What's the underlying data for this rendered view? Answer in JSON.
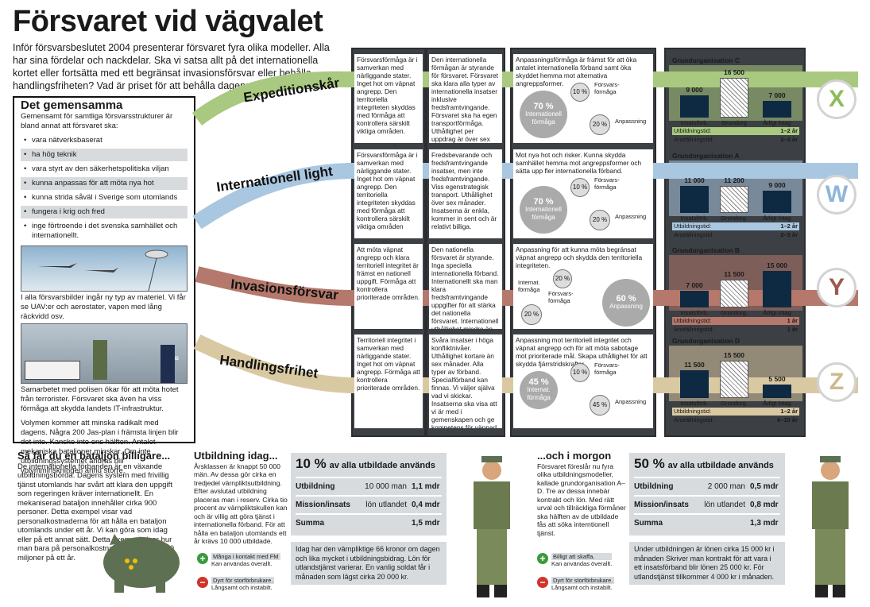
{
  "title": "Försvaret vid vägvalet",
  "intro": "Inför försvarsbeslutet 2004 presenterar försvaret fyra olika modeller. Alla har sina fördelar och nackdelar. Ska vi satsa allt på det internationella kortet eller fortsätta med ett begränsat invasionsförsvar eller behålla handlingsfriheten? Vad är priset för att behålla dagens värnpliktssystem?",
  "common": {
    "title": "Det gemensamma",
    "text": "Gemensamt för samtliga försvarsstrukturer är bland annat att försvaret ska:",
    "items": [
      "vara nätverksbaserat",
      "ha hög teknik",
      "vara styrt av den säkerhetspolitiska viljan",
      "kunna anpassas för att möta nya hot",
      "kunna strida såväl i Sverige som utomlands",
      "fungera i krig och fred",
      "inge förtroende i det svenska samhället och internationellt."
    ],
    "caption1": "I alla försvarsbilder ingår ny typ av materiel. Vi får se UAV:er och aerostater, vapen med lång räckvidd osv.",
    "caption2": "Samarbetet med polisen ökar för att möta hotet från terrorister. Försvaret ska även ha viss förmåga att skydda landets IT-infrastruktur.",
    "caption3": "Volymen kommer att minska radikalt med dagens. Några 200 Jas-plan i främsta linjen blir det inte. Kanske inte ens hälften. Antalet mekaniska bataljoner minskar. Om inte utbildningssystemet ändras blir volymminskningen ännu större.",
    "police_text": "POLIS"
  },
  "rows": [
    {
      "name": "Expeditionskår",
      "letter": "X",
      "color": "#a8c97f",
      "lettercolor": "#8dbb5a",
      "c1": "Försvarsförmåga är i samverkan med närliggande stater. Inget hot om väpnat angrepp. Den territoriella integriteten skyddas med förmåga att kontrollera särskilt viktiga områden.",
      "c2": "Den internationella förmågan är styrande för försvaret. Försvaret ska klara alla typer av internationella insatser inklusive fredsframtvingande. Försvaret ska ha egen transportförmåga. Uthållighet per uppdrag är över sex mån.",
      "c3": "Anpassningsförmåga är främst för att öka antalet internationella förband samt öka skyddet hemma mot alternativa angreppsformer.",
      "big": "70 %",
      "bigsub": "Internationell förmåga",
      "s1": "10 %",
      "s1sub": "Försvars-förmåga",
      "s2": "20 %",
      "s2sub": "Anpassning",
      "org": "Grundorganisation C",
      "vals": [
        "9 000",
        "16 500",
        "7 000"
      ],
      "labs": [
        "Insatsförb.",
        "Grundorg",
        "Årligt intag"
      ],
      "utb": "1–2 år",
      "anst": "2–3 år"
    },
    {
      "name": "Internationell light",
      "letter": "W",
      "color": "#a9c7e0",
      "lettercolor": "#8fb6d8",
      "c1": "Försvarsförmåga är i samverkan med närliggande stater. Inget hot om väpnat angrepp. Den territoriella integriteten skyddas med förmåga att kontrollera särskilt viktiga områden",
      "c2": "Fredsbevarande och fredsframtvingande insatser, men inte fredsframtvingande. Viss egenstrategisk transport. Uthållighet över sex månader. Insatserna är enkla, kommer in sent och är relativt billiga.",
      "c3": "Mot nya hot och risker. Kunna skydda samhället hemma mot angreppsformer och sätta upp fler internationella förband.",
      "big": "70 %",
      "bigsub": "Internationell förmåga",
      "s1": "10 %",
      "s1sub": "Försvars-förmåga",
      "s2": "20 %",
      "s2sub": "Anpassning",
      "org": "Grundorganisation A",
      "vals": [
        "11 000",
        "11 200",
        "9 000"
      ],
      "labs": [
        "Insatsförb.",
        "Grundorg.",
        "Årligt intag"
      ],
      "utb": "1–2 år",
      "anst": "2–3 år"
    },
    {
      "name": "Invasionsförsvar",
      "letter": "Y",
      "color": "#b5786c",
      "lettercolor": "#9c5a4e",
      "c1": "Att möta väpnat angrepp och klara territoriell integritet är främst en nationell uppgift. Förmåga att kontrollera prioriterade områden.",
      "c2": "Den nationella försvaret är styrande. Inga speciella internationella förband. Internationellt ska man klara fredsframtvingande uppgifter för att stärka det nationella försvaret. Internationell uthållighet mindre än sex månader.",
      "c3": "Anpassning för att kunna möta begränsat väpnat angrepp och skydda den territoriella integriteten.",
      "big": "60 %",
      "bigsub": "Anpassning",
      "s1": "20 %",
      "s1sub": "Försvars-förmåga",
      "s2": "20 %",
      "s2sub": "Internat. förmåga",
      "org": "Grundorganisation B",
      "vals": [
        "7 000",
        "11 500",
        "15 000"
      ],
      "labs": [
        "Insatsförb.",
        "Grundorg.",
        "Årligt intag"
      ],
      "utb": "1 år",
      "anst": "1 år"
    },
    {
      "name": "Handlingsfrihet",
      "letter": "Z",
      "color": "#d9c9a3",
      "lettercolor": "#cdb98f",
      "c1": "Territoriell integritet i samverkan med närliggande stater. Inget hot om väpnat angrepp. Förmåga att kontrollera prioriterade områden.",
      "c2": "Svåra insatser i höga konfliktnivåer. Uthållighet kortare än sex månader. Alla typer av förband. Specialförband kan finnas. Vi väljer själva vad vi skickar. Insatserna ska visa att vi är med i gemenskapen och ge kompetens för väpnad strid.",
      "c3": "Anpassning mot territoriell integritet och väpnat angrepp och för att möta sabotage mot prioriterade mål. Skapa uthållighet för att skydda fjärrstridskrafter.",
      "big": "45 %",
      "bigsub": "Internat. förmåga",
      "s1": "10 %",
      "s1sub": "Försvars-förmåga",
      "s2": "45 %",
      "s2sub": "Anpassning",
      "org": "Grundorganisation D",
      "vals": [
        "11 500",
        "15 500",
        "5 500"
      ],
      "labs": [
        "Insatsförb.",
        "Grundorg.",
        "Årligt intag"
      ],
      "utb": "1–2 år",
      "anst": "6–10 år"
    }
  ],
  "labels": {
    "utb": "Utbildningstid:",
    "anst": "Anställningstid:"
  },
  "bataljon": {
    "title": "Så får du en bataljon billigare...",
    "text": "De internationella förbanden är en växande utbildningsbörda. Dagens system med frivillig tjänst utomlands har svårt att klara den uppgift som regeringen kräver internationellt. En mekaniserad bataljon innehåller cirka 900 personer. Detta exempel visar vad personalkostnaderna för att hålla en bataljon utomlands under ett år. Vi kan göra som idag eller på ett annat sätt. Detta exempel visar hur man bara på personalkostnader kan spara 200 miljoner på ett år."
  },
  "idag": {
    "title": "Utbildning idag...",
    "text": "Årsklassen är knappt 50 000 män. Av dessa gör cirka en tredjedel värnpliktsutbildning. Efter avslutad utbildning placeras man i reserv. Cirka tio procent av värnpliktskullen kan och är villig att göra tjänst i internationella förband. För att hålla en bataljon utomlands ett år krävs 10 000 utbildade.",
    "head_pct": "10 %",
    "head_txt": "av alla utbildade används",
    "rows": [
      [
        "Utbildning",
        "10 000 man",
        "1,1 mdr"
      ],
      [
        "Mission/insats",
        "lön utlandet",
        "0,4 mdr"
      ],
      [
        "Summa",
        "",
        "1,5 mdr"
      ]
    ],
    "note": "Idag har den värnpliktige 66 kronor om dagen och lika mycket i utbildningsbidrag. Lön för utlandstjänst varierar. En vanlig soldat får i månaden som lägst cirka 20 000 kr.",
    "plus": "Många i kontakt med FM",
    "plus2": "Kan användas överallt.",
    "minus": "Dyrt för storförbrukare.",
    "minus2": "Långsamt och instabilt."
  },
  "morgon": {
    "title": "...och i morgon",
    "text": "Försvaret föreslår nu fyra olika utbildningsmodeller, kallade grundorganisation A–D. Tre av dessa innebär kontrakt och lön. Med rätt urval och tillräckliga förmåner ska hälften av de utbildade fås att söka interntionell tjänst.",
    "head_pct": "50 %",
    "head_txt": "av alla utbildade används",
    "rows": [
      [
        "Utbildning",
        "2 000 man",
        "0,5 mdr"
      ],
      [
        "Mission/insats",
        "lön utlandet",
        "0,8 mdr"
      ],
      [
        "Summa",
        "",
        "1,3 mdr"
      ]
    ],
    "note": "Under utbildningen är lönen cirka 15 000 kr i månaden Skriver man kontrakt för att vara i ett insatsförband blir lönen 25 000 kr. För utlandstjänst tillkommer 4 000 kr i månaden.",
    "plus": "Billigt att skaffa.",
    "plus2": "Kan användas överallt.",
    "minus": "Dyrt för storförbrukare.",
    "minus2": "Långsamt och instabilt."
  }
}
